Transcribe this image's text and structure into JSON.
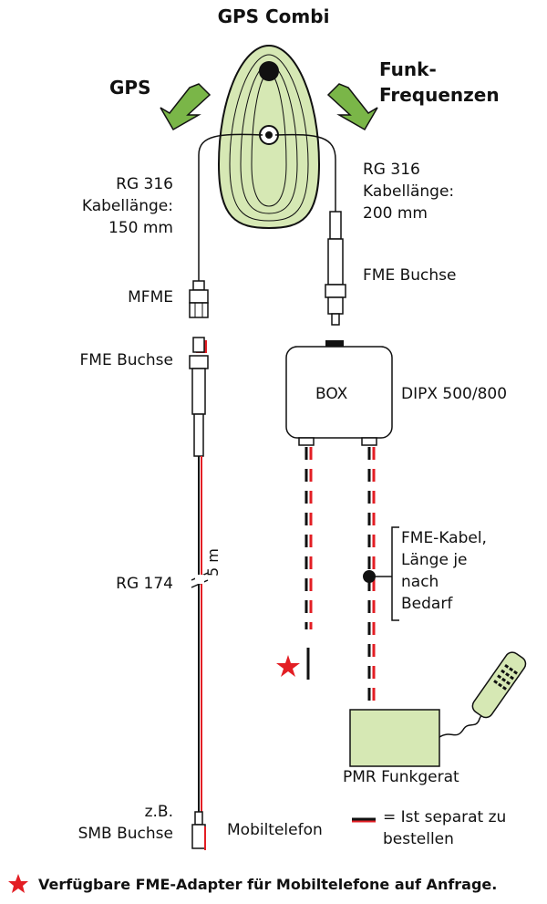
{
  "title": "GPS Combi",
  "arrows": {
    "left": "GPS",
    "right": "Funk-\nFrequenzen"
  },
  "labels": {
    "rg316_left": "RG 316\nKabellänge:\n150 mm",
    "rg316_right": "RG 316\nKabellänge:\n200 mm",
    "mfme": "MFME",
    "fme_buchse_right": "FME Buchse",
    "fme_buchse_left": "FME Buchse",
    "box": "BOX",
    "dipx": "DIPX 500/800",
    "fme_kabel": "FME-Kabel,\nLänge je\nnach\nBedarf",
    "rg174": "RG 174",
    "length": "5 m",
    "smb": "z.B.\nSMB Buchse",
    "mobil": "Mobiltelefon",
    "pmr": "PMR Funkgerat",
    "legend": "= Ist separat zu\nbestellen"
  },
  "footnote": "Verfügbare FME-Adapter für Mobiltelefone auf Anfrage.",
  "colors": {
    "antenna_fill": "#d6e8b4",
    "arrow_green": "#7ab648",
    "red": "#e31e24",
    "box_green": "#d6e8b4"
  }
}
